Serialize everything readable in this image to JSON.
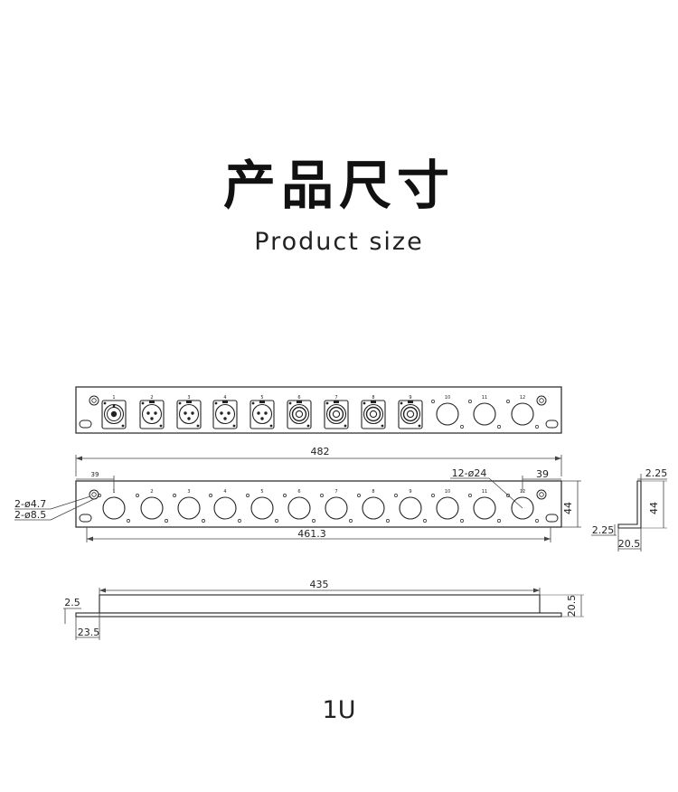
{
  "header": {
    "title": "产品尺寸",
    "subtitle": "Product size"
  },
  "front_panel": {
    "connectors": [
      {
        "label": "1",
        "type": "speakon"
      },
      {
        "label": "2",
        "type": "xlr"
      },
      {
        "label": "3",
        "type": "xlr"
      },
      {
        "label": "4",
        "type": "xlr"
      },
      {
        "label": "5",
        "type": "xlr"
      },
      {
        "label": "6",
        "type": "ring"
      },
      {
        "label": "7",
        "type": "ring"
      },
      {
        "label": "8",
        "type": "ring"
      },
      {
        "label": "9",
        "type": "ring"
      },
      {
        "label": "10",
        "type": "hole"
      },
      {
        "label": "11",
        "type": "hole"
      },
      {
        "label": "12",
        "type": "hole"
      }
    ]
  },
  "dimensions": {
    "overall_width": "482",
    "hole_spacing": "461.3",
    "edge_offset_left": "39",
    "edge_offset_right": "39",
    "hole_spec": "12-ø24",
    "mount_hole_small": "2-ø4.7",
    "mount_hole_large": "2-ø8.5",
    "panel_height": "44",
    "side_thickness": "2.25",
    "side_height": "44",
    "side_bottom_thickness": "2.25",
    "side_depth": "20.5",
    "top_width": "435",
    "top_thickness": "2.5",
    "top_offset": "23.5",
    "top_depth": "20.5"
  },
  "footer": {
    "label": "1U"
  }
}
